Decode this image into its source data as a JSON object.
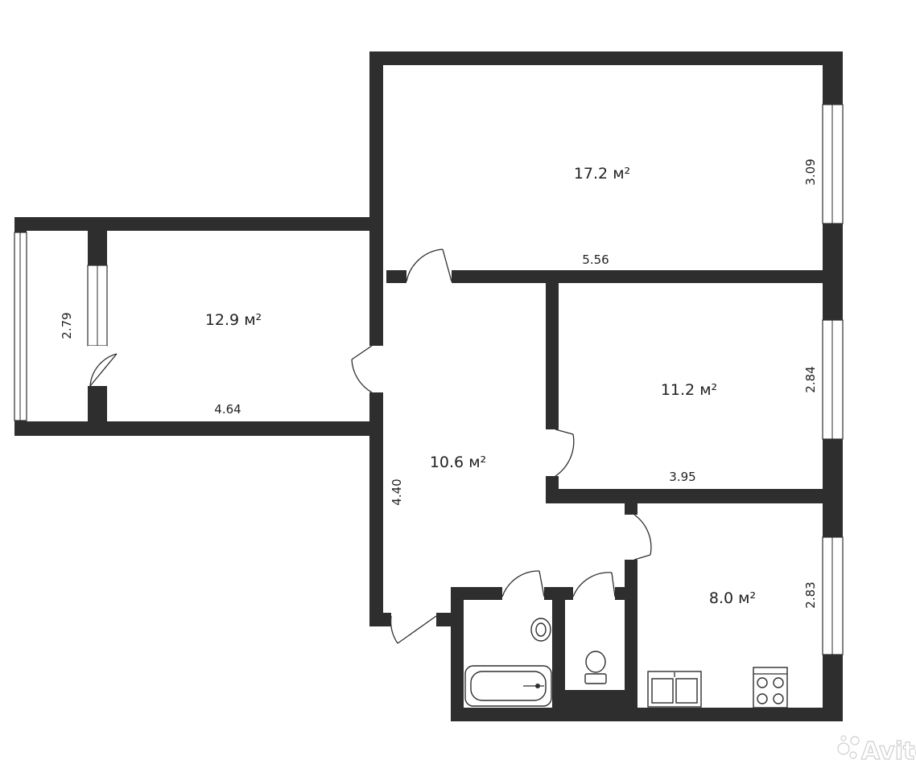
{
  "rooms": [
    {
      "id": "room-a",
      "area": "17.2 м²"
    },
    {
      "id": "room-b",
      "area": "12.9 м²"
    },
    {
      "id": "room-c",
      "area": "11.2 м²"
    },
    {
      "id": "hall",
      "area": "10.6 м²"
    },
    {
      "id": "kitchen",
      "area": "8.0 м²"
    }
  ],
  "dimensions": {
    "room_a_width": "5.56",
    "room_a_depth": "3.09",
    "room_b_width": "4.64",
    "balcony_depth": "2.79",
    "room_c_width": "3.95",
    "room_c_depth": "2.84",
    "hall_depth": "4.40",
    "kitchen_depth": "2.83"
  },
  "watermark": "Avito",
  "colors": {
    "wall": "#2e2e2e",
    "background": "#ffffff"
  }
}
